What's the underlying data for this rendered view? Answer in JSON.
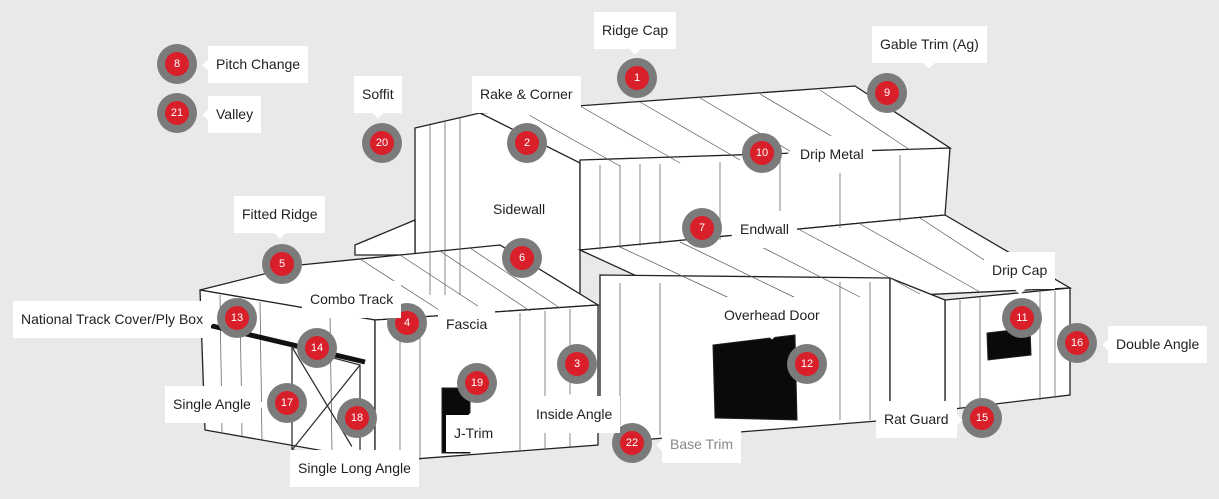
{
  "colors": {
    "marker_ring": "#7b7b7b",
    "marker_dot": "#d81f2a",
    "background": "#e9e9e9",
    "label_bg": "#ffffff"
  },
  "parts": [
    {
      "num": "1",
      "label": "Ridge Cap"
    },
    {
      "num": "2",
      "label": "Rake & Corner"
    },
    {
      "num": "3",
      "label": "Inside Angle"
    },
    {
      "num": "4",
      "label": "Fascia"
    },
    {
      "num": "5",
      "label": "Fitted Ridge"
    },
    {
      "num": "6",
      "label": "Sidewall"
    },
    {
      "num": "7",
      "label": "Endwall"
    },
    {
      "num": "8",
      "label": "Pitch Change"
    },
    {
      "num": "9",
      "label": "Gable Trim (Ag)"
    },
    {
      "num": "10",
      "label": "Drip Metal"
    },
    {
      "num": "11",
      "label": "Drip Cap"
    },
    {
      "num": "12",
      "label": "Overhead Door"
    },
    {
      "num": "13",
      "label": "National Track Cover/Ply Box"
    },
    {
      "num": "14",
      "label": "Combo Track"
    },
    {
      "num": "15",
      "label": "Rat Guard"
    },
    {
      "num": "16",
      "label": "Double Angle"
    },
    {
      "num": "17",
      "label": "Single Angle"
    },
    {
      "num": "18",
      "label": "Single Long Angle"
    },
    {
      "num": "19",
      "label": "J-Trim"
    },
    {
      "num": "20",
      "label": "Soffit"
    },
    {
      "num": "21",
      "label": "Valley"
    },
    {
      "num": "22",
      "label": "Base Trim"
    }
  ]
}
